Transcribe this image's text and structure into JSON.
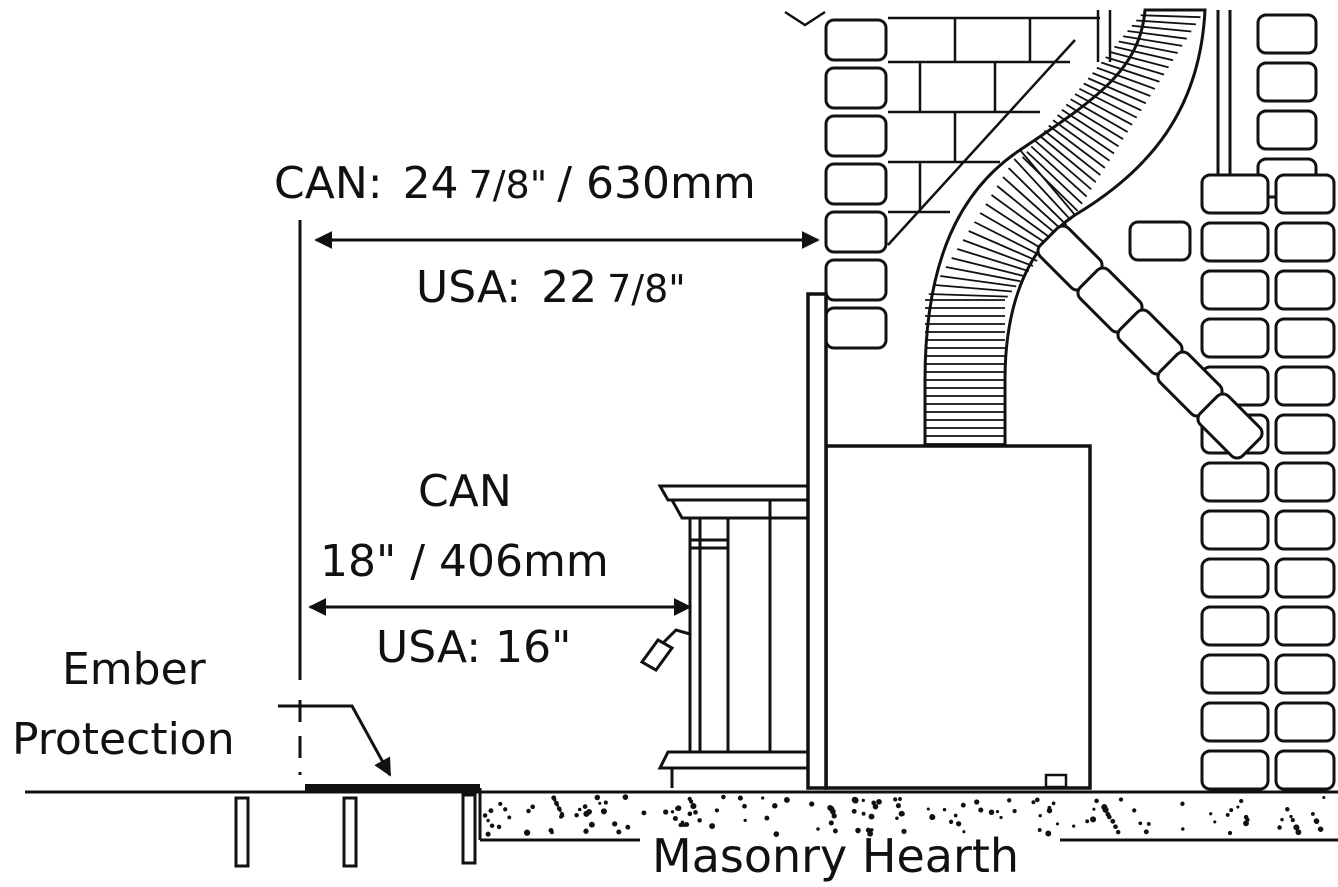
{
  "labels": {
    "upper_can": {
      "prefix": "CAN:",
      "whole": "24",
      "fraction": "7/8\"",
      "metric": "/ 630mm"
    },
    "upper_usa": {
      "prefix": "USA:",
      "whole": "22",
      "fraction": "7/8\""
    },
    "lower_can_title": "CAN",
    "lower_can_value": "18\" / 406mm",
    "lower_usa": "USA:  16\"",
    "ember_line1": "Ember",
    "ember_line2": "Protection",
    "hearth": "Masonry Hearth"
  },
  "colors": {
    "ink": "#111111",
    "background": "#ffffff"
  }
}
